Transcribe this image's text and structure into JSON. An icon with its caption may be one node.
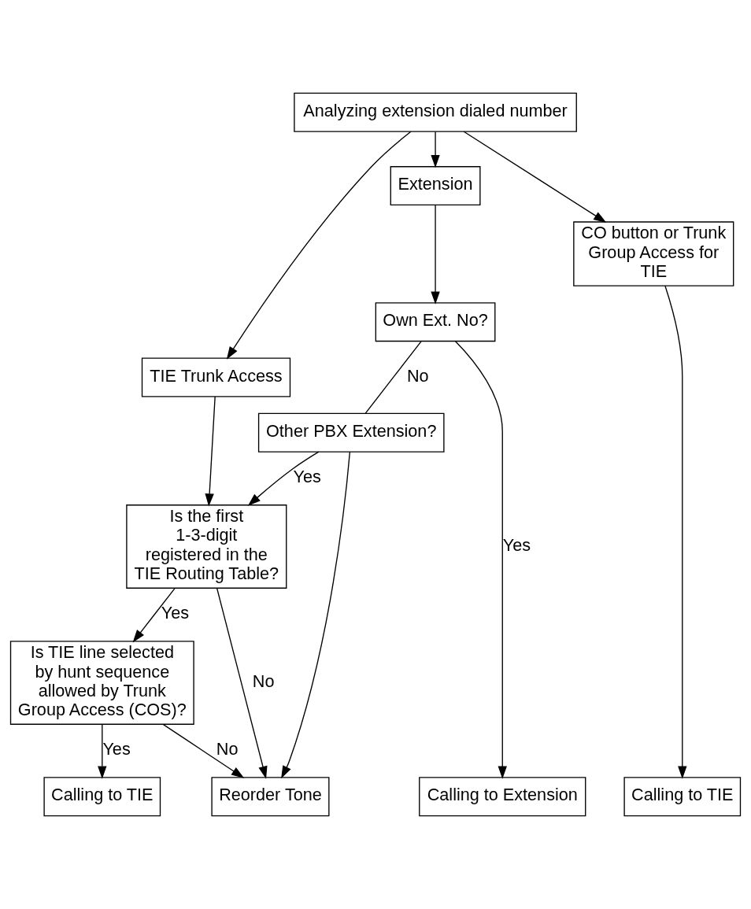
{
  "diagram": {
    "nodes": [
      {
        "text": [
          "Analyzing extension dialed number"
        ]
      },
      {
        "text": [
          "Extension"
        ]
      },
      {
        "text": [
          "TIE Trunk Access"
        ]
      },
      {
        "text": [
          "CO button or Trunk Group Access for TIE"
        ]
      },
      {
        "text": [
          "Own Ext. No?"
        ]
      },
      {
        "text": [
          "Other PBX Extension?"
        ]
      },
      {
        "text": [
          "Is the first 1-3-digit registered in the TIE Routing Table?"
        ]
      },
      {
        "text": [
          "Is TIE line selected by hunt sequence allowed by Trunk Group Access (COS)?"
        ]
      },
      {
        "text": [
          "Calling to Extension"
        ]
      },
      {
        "text": [
          "Calling to TIE"
        ]
      },
      {
        "text": [
          "Reorder Tone"
        ]
      },
      {
        "text": [
          "Calling to TIE"
        ]
      }
    ],
    "edges": [
      {
        "from": 0,
        "to": 1,
        "arrow": "to"
      },
      {
        "from": 0,
        "to": 2,
        "arrow": "to"
      },
      {
        "from": 0,
        "to": 3,
        "arrow": "to"
      },
      {
        "from": 1,
        "to": 4,
        "arrow": "to"
      },
      {
        "from": 4,
        "to": 5,
        "label": "No",
        "arrow": "none"
      },
      {
        "from": 4,
        "to": 8,
        "label": "Yes",
        "arrow": "to"
      },
      {
        "from": 5,
        "to": 6,
        "label": "Yes",
        "arrow": "to"
      },
      {
        "from": 5,
        "to": 10,
        "arrow": "to"
      },
      {
        "from": 2,
        "to": 6,
        "arrow": "to"
      },
      {
        "from": 6,
        "to": 10,
        "label": "No",
        "arrow": "to"
      },
      {
        "from": 6,
        "to": 7,
        "label": "Yes",
        "arrow": "to"
      },
      {
        "from": 7,
        "to": 10,
        "label": "No",
        "arrow": "to"
      },
      {
        "from": 7,
        "to": 9,
        "label": "Yes",
        "arrow": "to"
      },
      {
        "from": 3,
        "to": 11,
        "arrow": "to"
      }
    ]
  }
}
